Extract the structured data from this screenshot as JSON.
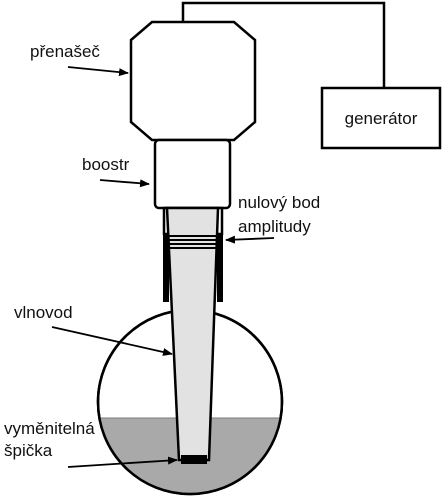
{
  "labels": {
    "transducer": "přenašeč",
    "generator": "generátor",
    "booster": "boostr",
    "zero_point_line1": "nulový bod",
    "zero_point_line2": "amplitudy",
    "waveguide": "vlnovod",
    "tip_line1": "vyměnitelná",
    "tip_line2": "špička"
  },
  "colors": {
    "stroke": "#000000",
    "liquid": "#a9a9a9",
    "horn": "#e2e2e2",
    "background": "#ffffff"
  }
}
